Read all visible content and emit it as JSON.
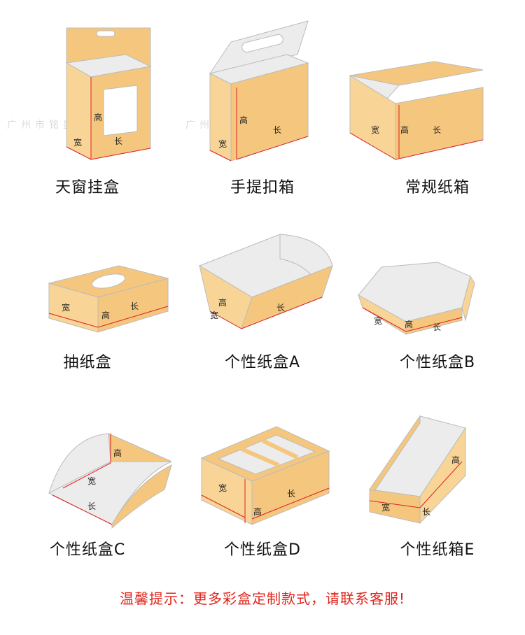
{
  "watermark": "广州市铭盛印刷厂",
  "notice": "温馨提示：更多彩盒定制款式，请联系客服!",
  "items": [
    {
      "label": "天窗挂盒",
      "dims": {
        "h": "高",
        "w": "宽",
        "l": "长"
      }
    },
    {
      "label": "手提扣箱",
      "dims": {
        "h": "高",
        "w": "宽",
        "l": "长"
      }
    },
    {
      "label": "常规纸箱",
      "dims": {
        "h": "高",
        "w": "宽",
        "l": "长"
      }
    },
    {
      "label": "抽纸盒",
      "dims": {
        "h": "高",
        "w": "宽",
        "l": "长"
      }
    },
    {
      "label": "个性纸盒A",
      "dims": {
        "h": "高",
        "w": "宽",
        "l": "长"
      }
    },
    {
      "label": "个性纸盒B",
      "dims": {
        "h": "高",
        "w": "宽",
        "l": "长"
      }
    },
    {
      "label": "个性纸盒C",
      "dims": {
        "h": "高",
        "w": "宽",
        "l": "长"
      }
    },
    {
      "label": "个性纸盒D",
      "dims": {
        "h": "高",
        "w": "宽",
        "l": "长"
      }
    },
    {
      "label": "个性纸箱E",
      "dims": {
        "h": "高",
        "w": "宽",
        "l": "长"
      }
    }
  ],
  "colors": {
    "front": "#f5c77e",
    "side": "#f8d596",
    "inner": "#ececec",
    "line": "#e02020"
  }
}
